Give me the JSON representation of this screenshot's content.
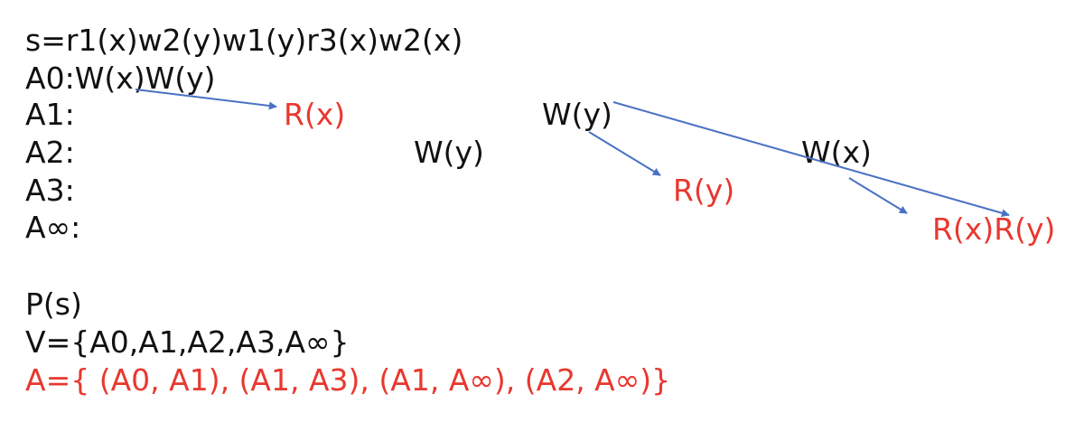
{
  "schedule": "s=r1(x)w2(y)w1(y)r3(x)w2(x)",
  "rows": {
    "a0": "A0:W(x)W(y)",
    "a1": "A1:",
    "a2": "A2:",
    "a3": "A3:",
    "ainf": "A∞:"
  },
  "ops": {
    "a1_read_x": "R(x)",
    "a1_write_y": "W(y)",
    "a2_write_y": "W(y)",
    "a2_write_x": "W(x)",
    "a3_read_y": "R(y)",
    "ainf_read": "R(x)R(y)"
  },
  "graph": {
    "title": "P(s)",
    "vertices": "V={A0,A1,A2,A3,A∞}",
    "arcs": "A={ (A0, A1), (A1, A3), (A1, A∞), (A2, A∞)}"
  },
  "colors": {
    "arrow": "#4a72c4",
    "read_op": "#e8382f",
    "text": "#111111"
  }
}
